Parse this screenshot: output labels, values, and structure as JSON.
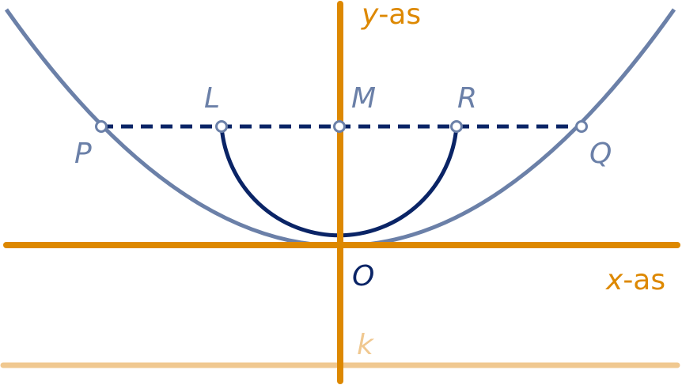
{
  "labels": {
    "y_axis_var": "y",
    "y_axis_suffix": "-as",
    "x_axis_var": "x",
    "x_axis_suffix": "-as",
    "origin": "O",
    "directrix": "k",
    "point_P": "P",
    "point_Q": "Q",
    "point_L": "L",
    "point_M": "M",
    "point_R": "R"
  },
  "colors": {
    "axis": "#dd8800",
    "directrix": "#f0c890",
    "parabola": "#6b80a8",
    "semicircle": "#0a2466",
    "dashed_chord": "#0a2466",
    "point_label": "#6b80a8",
    "origin_label": "#0a2466"
  }
}
